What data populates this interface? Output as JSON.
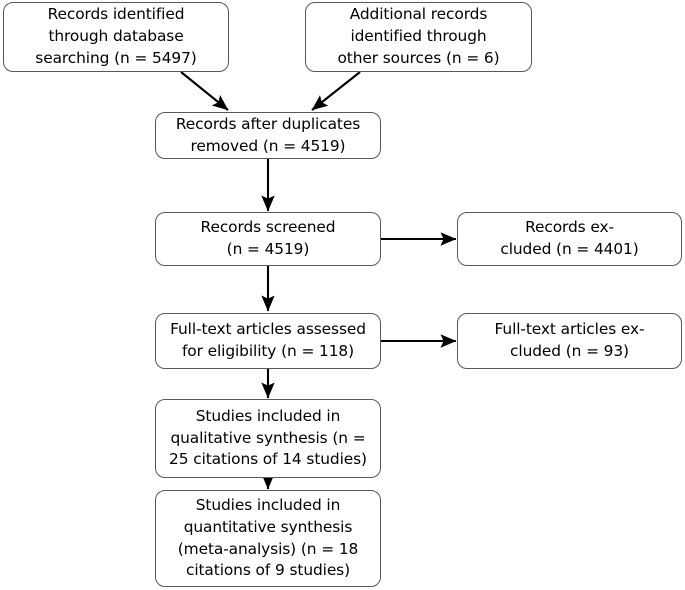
{
  "diagram": {
    "type": "prisma-flow-diagram",
    "nodes": [
      {
        "id": "records-identified-database",
        "text": "Records identified\nthrough database\nsearching (n = 5497)",
        "n": 5497
      },
      {
        "id": "additional-records-other-sources",
        "text": "Additional records\nidentified through\nother sources (n = 6)",
        "n": 6
      },
      {
        "id": "records-after-duplicates-removed",
        "text": "Records after duplicates\nremoved (n = 4519)",
        "n": 4519
      },
      {
        "id": "records-screened",
        "text": "Records screened\n(n = 4519)",
        "n": 4519
      },
      {
        "id": "records-excluded",
        "text": "Records ex-\ncluded (n = 4401)",
        "n": 4401
      },
      {
        "id": "full-text-articles-assessed",
        "text": "Full-text articles assessed\nfor eligibility (n = 118)",
        "n": 118
      },
      {
        "id": "full-text-articles-excluded",
        "text": "Full-text articles ex-\ncluded (n = 93)",
        "n": 93
      },
      {
        "id": "studies-qualitative-synthesis",
        "text": "Studies included in\nqualitative synthesis (n =\n25 citations of 14 studies)",
        "n": 25
      },
      {
        "id": "studies-quantitative-synthesis",
        "text": "Studies included in\nquantitative synthesis\n(meta-analysis) (n = 18\ncitations of 9 studies)",
        "n": 18
      }
    ],
    "colors": {
      "box_border": "#58585a",
      "arrow": "#000000",
      "text": "#000000",
      "background": "#ffffff"
    }
  }
}
